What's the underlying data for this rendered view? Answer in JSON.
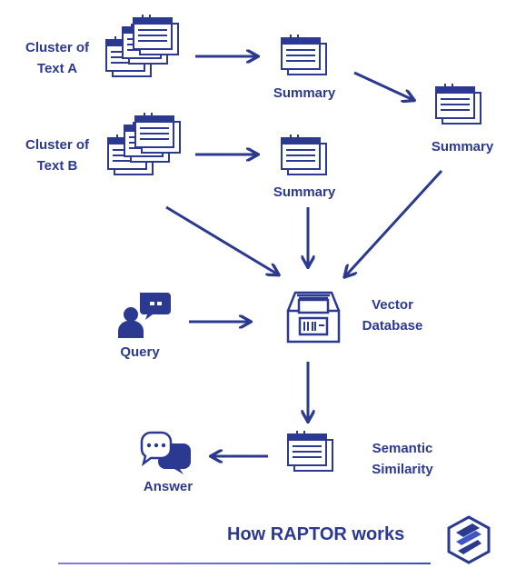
{
  "nodes": {
    "cluster_a": {
      "line1": "Cluster of",
      "line2": "Text A"
    },
    "cluster_b": {
      "line1": "Cluster of",
      "line2": "Text B"
    },
    "summary_a": {
      "label": "Summary"
    },
    "summary_b": {
      "label": "Summary"
    },
    "summary_top": {
      "label": "Summary"
    },
    "vector_db": {
      "line1": "Vector",
      "line2": "Database"
    },
    "query": {
      "label": "Query"
    },
    "semantic": {
      "line1": "Semantic",
      "line2": "Similarity"
    },
    "answer": {
      "label": "Answer"
    }
  },
  "footer": {
    "title": "How RAPTOR works"
  },
  "icons": {
    "cluster": "document-stack-icon",
    "summary": "document-icon",
    "database": "archive-box-icon",
    "query": "user-chat-icon",
    "answer": "chat-bubbles-icon",
    "logo": "hexagon-logo-icon"
  },
  "colors": {
    "primary": "#2b3990",
    "line_start": "#8e79d6",
    "line_end": "#3b4fb8"
  }
}
